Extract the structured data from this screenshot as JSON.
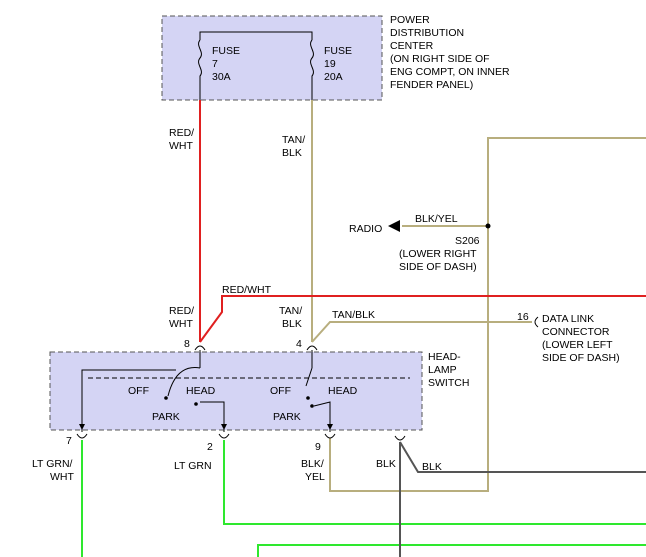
{
  "power_distribution": {
    "title_lines": [
      "POWER",
      "DISTRIBUTION",
      "CENTER",
      "(ON RIGHT SIDE OF",
      "ENG COMPT, ON INNER",
      "FENDER PANEL)"
    ],
    "fuse7": {
      "label": "FUSE",
      "number": "7",
      "rating": "30A"
    },
    "fuse19": {
      "label": "FUSE",
      "number": "19",
      "rating": "20A"
    }
  },
  "wires": {
    "red_wht_top": [
      "RED/",
      "WHT"
    ],
    "tan_blk_top": [
      "TAN/",
      "BLK"
    ],
    "blk_yel_radio": "BLK/YEL",
    "red_wht_right": "RED/WHT",
    "red_wht_pin8": [
      "RED/",
      "WHT"
    ],
    "tan_blk_pin4": [
      "TAN/",
      "BLK"
    ],
    "tan_blk_right": "TAN/BLK",
    "lt_grn_wht": [
      "LT GRN/",
      "WHT"
    ],
    "lt_grn": "LT GRN",
    "blk_yel_pin9": [
      "BLK/",
      "YEL"
    ],
    "blk_pin": "BLK",
    "blk_right": "BLK"
  },
  "splice": {
    "radio": "RADIO",
    "id": "S206",
    "location": [
      "(LOWER RIGHT",
      "SIDE OF DASH)"
    ]
  },
  "data_link": {
    "pin": "16",
    "lines": [
      "DATA LINK",
      "CONNECTOR",
      "(LOWER LEFT",
      "SIDE OF DASH)"
    ]
  },
  "headlamp_switch": {
    "title_lines": [
      "HEAD-",
      "LAMP",
      "SWITCH"
    ],
    "pins": {
      "p8": "8",
      "p4": "4",
      "p7": "7",
      "p2": "2",
      "p9": "9"
    },
    "left_positions": {
      "off": "OFF",
      "head": "HEAD",
      "park": "PARK"
    },
    "right_positions": {
      "off": "OFF",
      "head": "HEAD",
      "park": "PARK"
    }
  },
  "colors": {
    "red": "#e02020",
    "tan": "#b8ae7e",
    "lt_green": "#2ee82e",
    "black": "#555555",
    "box_fill": "#d4d4f4"
  }
}
